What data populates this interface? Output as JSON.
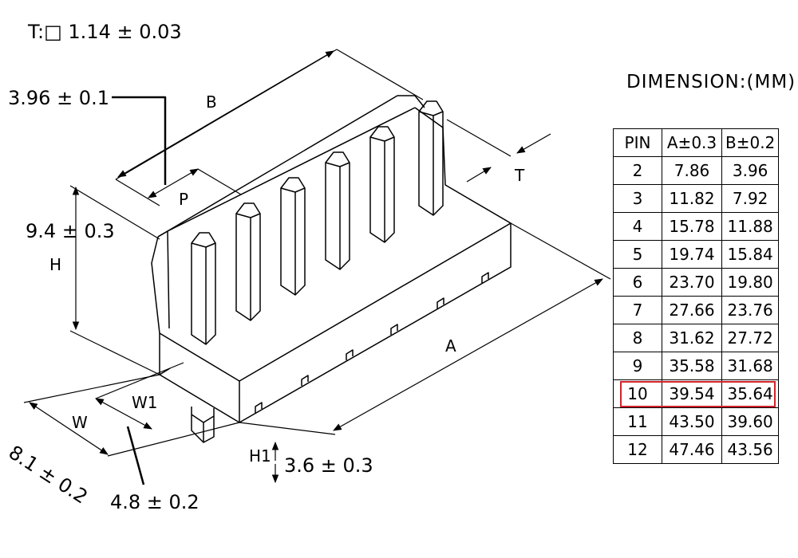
{
  "labels": {
    "thickness": "T:□ 1.14 ± 0.03",
    "pitch_dim": "3.96 ± 0.1",
    "b": "B",
    "p": "P",
    "t": "T",
    "height_dim": "9.4 ± 0.3",
    "h": "H",
    "a": "A",
    "w1": "W1",
    "w": "W",
    "width_dim": "8.1 ± 0.2",
    "w1_dim": "4.8 ± 0.2",
    "h1": "H1",
    "h1_dim": "3.6 ± 0.3"
  },
  "dimension_table": {
    "title": "DIMENSION:(MM)",
    "headers": [
      "PIN",
      "A±0.3",
      "B±0.2"
    ],
    "rows": [
      [
        "2",
        "7.86",
        "3.96"
      ],
      [
        "3",
        "11.82",
        "7.92"
      ],
      [
        "4",
        "15.78",
        "11.88"
      ],
      [
        "5",
        "19.74",
        "15.84"
      ],
      [
        "6",
        "23.70",
        "19.80"
      ],
      [
        "7",
        "27.66",
        "23.76"
      ],
      [
        "8",
        "31.62",
        "27.72"
      ],
      [
        "9",
        "35.58",
        "31.68"
      ],
      [
        "10",
        "39.54",
        "35.64"
      ],
      [
        "11",
        "43.50",
        "39.60"
      ],
      [
        "12",
        "47.46",
        "43.56"
      ]
    ],
    "highlighted_row": "10",
    "highlight_color": "#d2232a"
  }
}
